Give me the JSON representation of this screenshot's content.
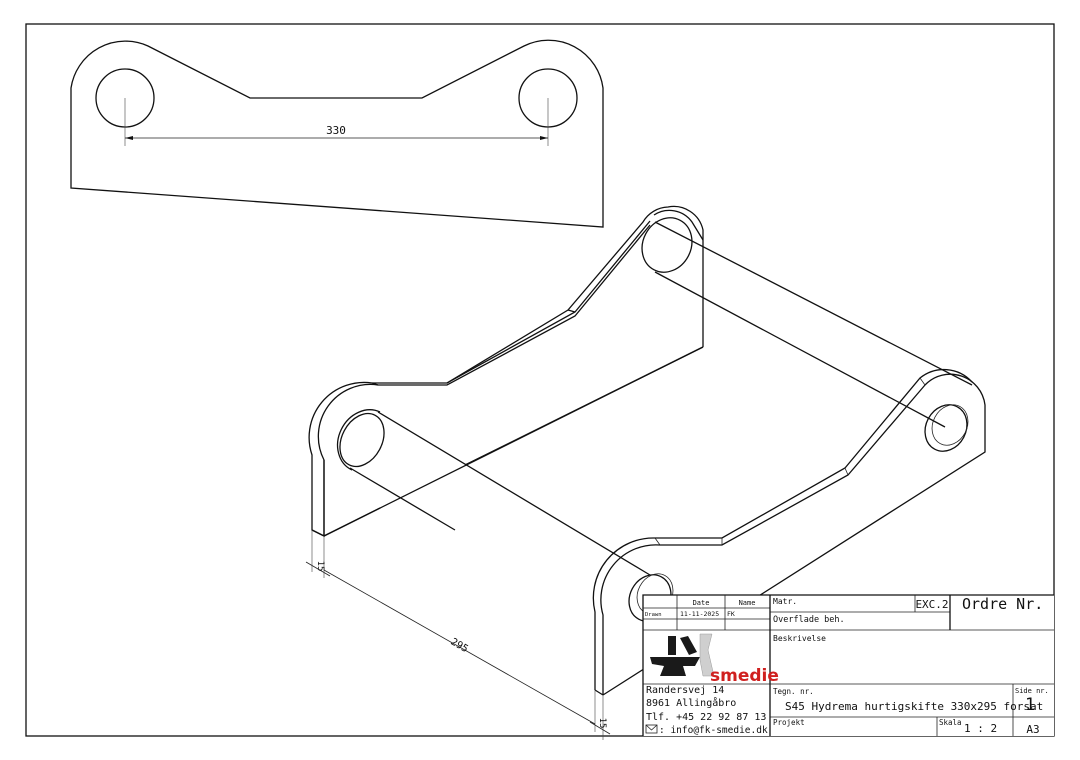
{
  "front_view": {
    "dimension_pin_spacing": "330"
  },
  "iso_view": {
    "dimension_length": "295",
    "dimension_thickness_left": "15",
    "dimension_thickness_right": "15"
  },
  "title_block": {
    "date_header": "Date",
    "name_header": "Name",
    "drawn_label": "Drawn",
    "drawn_date": "11-11-2025",
    "drawn_name": "FK",
    "material_label": "Matr.",
    "execution_class": "EXC.2",
    "order_label": "Ordre Nr.",
    "surface_label": "Overflade beh.",
    "description_label": "Beskrivelse",
    "logo_text": "smedie",
    "address_line1": "Randersvej 14",
    "address_line2": "8961 Allingåbro",
    "phone": "Tlf. +45 22 92 87 13",
    "email": ": info@fk-smedie.dk",
    "drawing_no_label": "Tegn. nr.",
    "drawing_title": "S45 Hydrema hurtigskifte 330x295 forsat",
    "page_label": "Side nr.",
    "page_number": "1",
    "project_label": "Projekt",
    "scale_label": "Skala",
    "scale_value": "1 : 2",
    "sheet_size": "A3"
  },
  "icons": {
    "mail": "envelope-icon",
    "logo": "anvil-logo-icon"
  },
  "colors": {
    "logo_red": "#d0201f",
    "logo_dark": "#1a1a1a",
    "line": "#111111"
  }
}
